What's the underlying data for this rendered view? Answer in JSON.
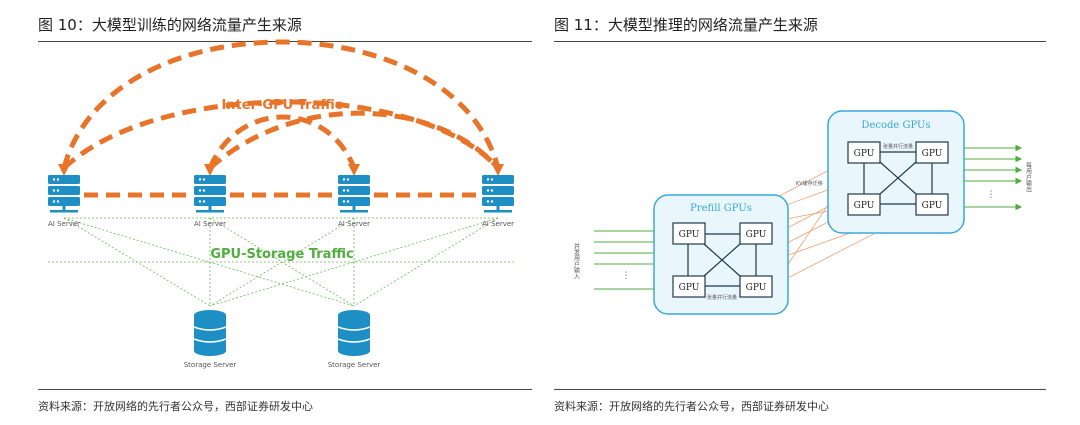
{
  "left": {
    "title": "图 10：大模型训练的网络流量产生来源",
    "inter_gpu_label": "Inter-GPU Traffic",
    "gpu_storage_label": "GPU-Storage Traffic",
    "server_label": "AI Server",
    "storage_label": "Storage Server",
    "source": "资料来源：开放网络的先行者公众号，西部证券研发中心",
    "colors": {
      "inter_gpu": "#e8742a",
      "storage": "#4fae3d",
      "server": "#1d8fc4"
    }
  },
  "right": {
    "title": "图 11：大模型推理的网络流量产生来源",
    "prefill_label": "Prefill GPUs",
    "decode_label": "Decode GPUs",
    "gpu_label": "GPU",
    "input_label": "并发用户输入",
    "output_label": "每用户输出",
    "kv_label": "KV缓存迁移",
    "prefill_parallel_label": "张量并行流量",
    "decode_parallel_label": "张量并行流量",
    "ellipsis": "⋮",
    "source": "资料来源：开放网络的先行者公众号，西部证券研发中心",
    "colors": {
      "box_border": "#3aa8d8",
      "box_fill": "#e9f6fc",
      "arrow": "#4fae3d",
      "kv": "#e8742a",
      "wire": "#1f3a4d"
    }
  }
}
